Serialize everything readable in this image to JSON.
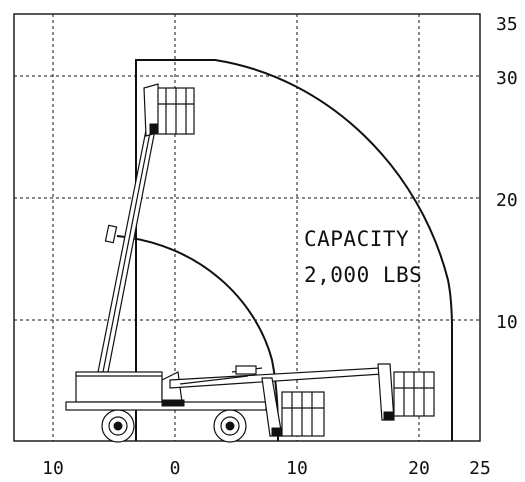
{
  "diagram": {
    "x_tick_labels": [
      "10",
      "0",
      "10",
      "20",
      "25"
    ],
    "y_tick_labels": [
      "35",
      "30",
      "20",
      "10"
    ],
    "capacity_line1": "CAPACITY",
    "capacity_line2": "2,000 LBS"
  }
}
